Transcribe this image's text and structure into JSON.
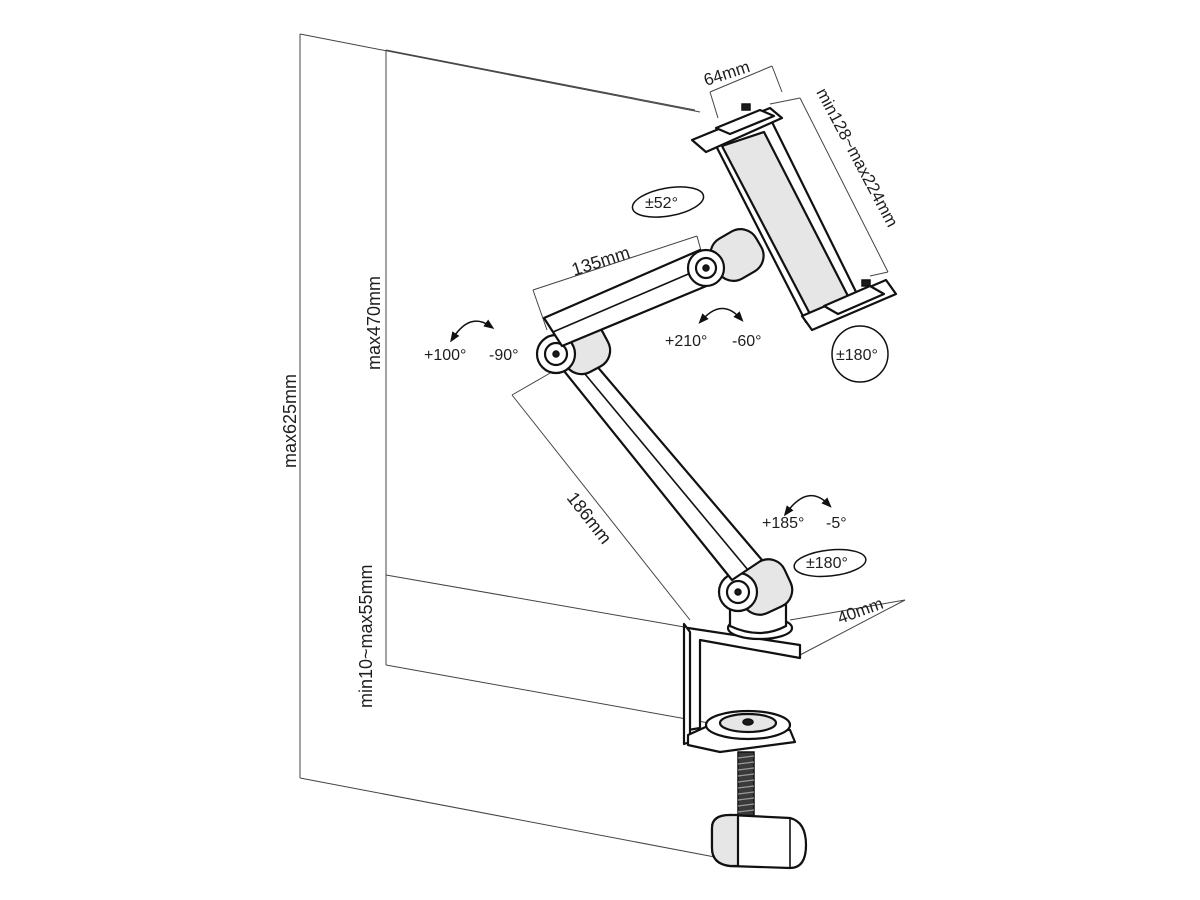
{
  "dimensions": {
    "total_height": "max625mm",
    "arm_height": "max470mm",
    "clamp_range": "min10~max55mm",
    "upper_arm": "135mm",
    "lower_arm": "186mm",
    "holder_depth": "64mm",
    "holder_width": "min128~max224mm",
    "base_depth": "40mm"
  },
  "angles": {
    "head_tilt": "±52°",
    "elbow_up": "+100°",
    "elbow_down": "-90°",
    "head_up": "+210°",
    "head_down": "-60°",
    "head_rotate": "±180°",
    "base_up": "+185°",
    "base_down": "-5°",
    "base_swivel": "±180°"
  }
}
